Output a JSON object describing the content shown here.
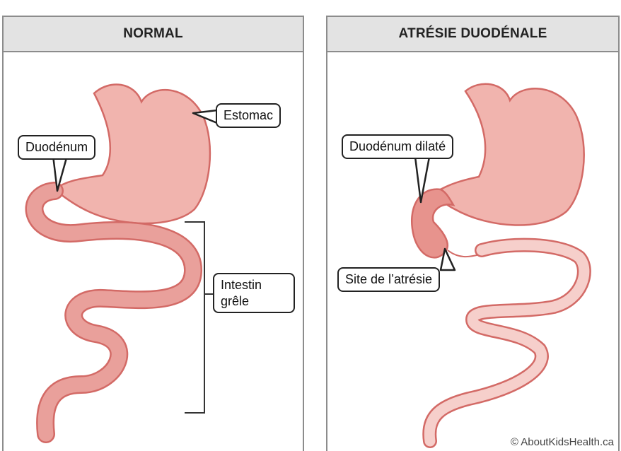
{
  "panels": {
    "normal": {
      "title": "NORMAL",
      "labels": {
        "stomach": "Estomac",
        "duodenum": "Duodénum",
        "small_intestine_line1": "Intestin",
        "small_intestine_line2": "grêle"
      }
    },
    "atresia": {
      "title": "ATRÉSIE DUODÉNALE",
      "labels": {
        "dilated_duodenum": "Duodénum dilaté",
        "atresia_site": "Site de l’atrésie"
      }
    }
  },
  "copyright": "© AboutKidsHealth.ca",
  "colors": {
    "organ_fill": "#f1b4ae",
    "organ_outline": "#d36a66",
    "intestine_fill": "#e9a09b",
    "header_bg": "#e3e3e3",
    "panel_border": "#8c8c8c"
  }
}
